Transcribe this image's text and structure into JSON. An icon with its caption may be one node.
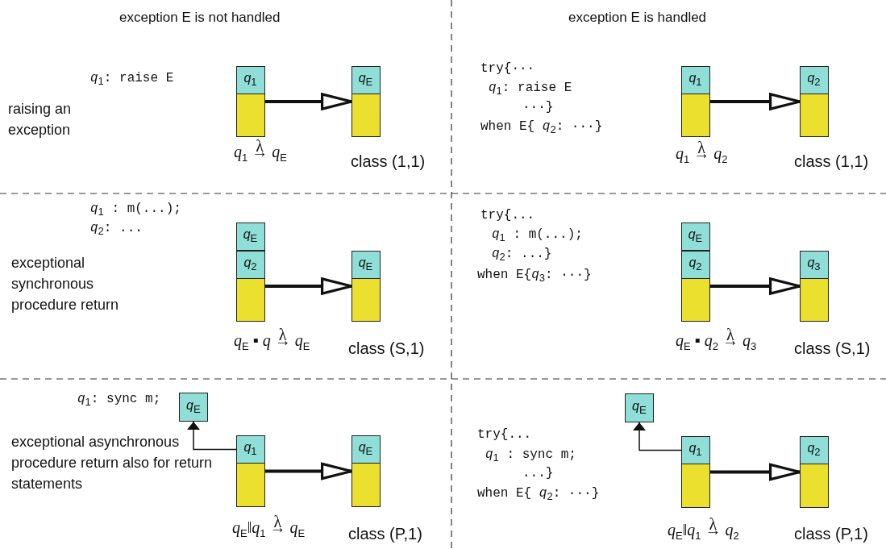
{
  "diagram": {
    "nodes": [
      {
        "text": [],
        "shape": "bar"
      },
      {
        "text": [
          "*q*$_{1}$"
        ],
        "in": 0
      },
      {
        "text": [],
        "shape": "bar"
      },
      {
        "text": [
          "*q*$_{E}$"
        ],
        "in": 2
      },
      {
        "text": [],
        "shape": "bar"
      },
      {
        "text": [
          "*q*$_{1}$"
        ],
        "in": 4
      },
      {
        "text": [],
        "shape": "bar"
      },
      {
        "text": [
          "*q*$_{2}$"
        ],
        "in": 6
      },
      {
        "text": [],
        "shape": "bar"
      },
      {
        "text": [
          "*q*$_{E}$"
        ],
        "in": 8
      },
      {
        "text": [
          "*q*$_{2}$"
        ],
        "in": 8
      },
      {
        "text": [],
        "shape": "bar"
      },
      {
        "text": [
          "*q*$_{E}$"
        ],
        "in": 11
      },
      {
        "text": [],
        "shape": "bar"
      },
      {
        "text": [
          "*q*$_{E}$"
        ],
        "in": 13
      },
      {
        "text": [
          "*q*$_{2}$"
        ],
        "in": 13
      },
      {
        "text": [],
        "shape": "bar"
      },
      {
        "text": [
          "*q*$_{3}$"
        ],
        "in": 16
      },
      {
        "text": [
          "*q*$_{E}$"
        ]
      },
      {
        "text": [],
        "shape": "bar"
      },
      {
        "text": [
          "*q*$_{1}$"
        ],
        "in": 19
      },
      {
        "text": [],
        "shape": "bar"
      },
      {
        "text": [
          "*q*$_{E}$"
        ],
        "in": 21
      },
      {
        "text": [
          "*q*$_{E}$"
        ]
      },
      {
        "text": [],
        "shape": "bar"
      },
      {
        "text": [
          "*q*$_{1}$"
        ],
        "in": 24
      },
      {
        "text": [],
        "shape": "bar"
      },
      {
        "text": [
          "*q*$_{2}$"
        ],
        "in": 26
      }
    ],
    "edges": [
      {
        "from": 0,
        "to": 2,
        "arrow": "to"
      },
      {
        "from": 4,
        "to": 6,
        "arrow": "to"
      },
      {
        "from": 8,
        "to": 11,
        "arrow": "to"
      },
      {
        "from": 13,
        "to": 16,
        "arrow": "to"
      },
      {
        "from": 20,
        "to": 18,
        "arrow": "to"
      },
      {
        "from": 19,
        "to": 21,
        "arrow": "to"
      },
      {
        "from": 25,
        "to": 23,
        "arrow": "to"
      },
      {
        "from": 24,
        "to": 26,
        "arrow": "to"
      }
    ],
    "labels": [
      "exception E is not handled",
      "exception E is handled",
      "*q*$_{1}$: raise E",
      "raising an exception",
      "*q*$_{1}$ $^{λ}$→ *q*$_{E}$",
      "class (1,1)",
      "try{···",
      "*q*$_{1}$: raise E",
      "···}",
      "when E{ *q*$_{2}$: ···}",
      "*q*$_{1}$ $^{λ}$→ *q*$_{2}$",
      "class (1,1)",
      "*q*$_{1}$ : m(...);",
      "*q*$_{2}$: ...",
      "exceptional synchronous procedure return",
      "*q*$_{E}$ ▪ *q* $^{λ}$→ *q*$_{E}$",
      "class (S,1)",
      "try{...",
      "*q*$_{1}$ : m(...);",
      "*q*$_{2}$: ...}",
      "when E{*q*$_{3}$: ···}",
      "*q*$_{E}$ ▪ *q*$_{2}$ $^{λ}$→ *q*$_{3}$",
      "class (S,1)",
      "*q*$_{1}$: sync m;",
      "exceptional asynchronous procedure return also for return statements",
      "*q*$_{E}$‖*q*$_{1}$ $^{λ}$→ *q*$_{E}$",
      "class (P,1)",
      "try{...",
      "*q*$_{1}$ : sync m;",
      "...}",
      "when E{ *q*$_{2}$: ···}",
      "*q*$_{E}$‖*q*$_{1}$ $^{λ}$→ *q*$_{2}$",
      "class (P,1)"
    ]
  }
}
